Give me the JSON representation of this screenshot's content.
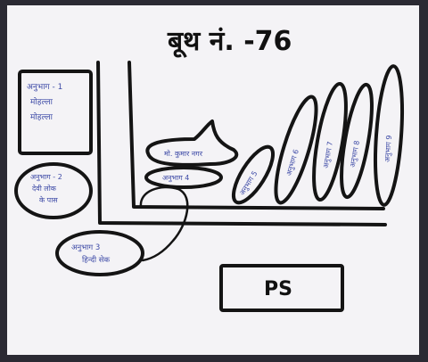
{
  "title": "बूथ नं. -76",
  "ps_label": "PS",
  "left_box_lines": [
    "अनुभाग - 1",
    "मोहल्ला",
    "मोहल्ला"
  ],
  "left_oval_lines": [
    "अनुभाग - 2",
    "देवी लोक",
    "के पास"
  ],
  "bottom_oval_lines": [
    "अनुभाग 3",
    "हिन्दी सेक"
  ],
  "horizontal_ovals": [
    "मो. कुमार नगर",
    "अनुभाग 4"
  ],
  "vertical_ovals": [
    "अनुभाग 5",
    "अनुभाग 6",
    "अनुभाग 7",
    "अनुभाग 8",
    "अनुभाग 9"
  ],
  "colors": {
    "ink": "#141414",
    "pen": "#3d4aa6",
    "paper": "#f4f3f6",
    "background": "#2b2a33"
  }
}
